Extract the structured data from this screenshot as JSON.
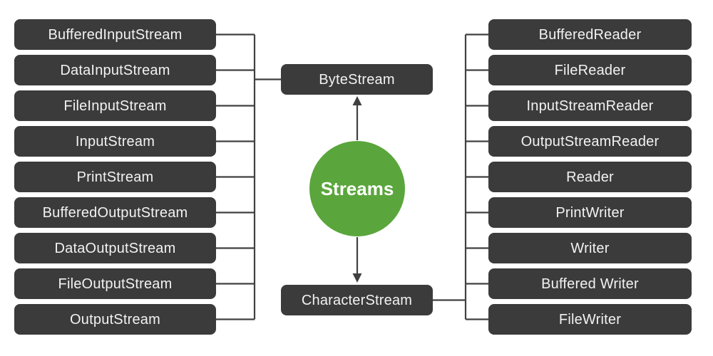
{
  "diagram": {
    "center_label": "Streams",
    "byte_stream_label": "ByteStream",
    "character_stream_label": "CharacterStream",
    "left_column": [
      "BufferedInputStream",
      "DataInputStream",
      "FileInputStream",
      "InputStream",
      "PrintStream",
      "BufferedOutputStream",
      "DataOutputStream",
      "FileOutputStream",
      "OutputStream"
    ],
    "right_column": [
      "BufferedReader",
      "FileReader",
      "InputStreamReader",
      "OutputStreamReader",
      "Reader",
      "PrintWriter",
      "Writer",
      "Buffered Writer",
      "FileWriter"
    ],
    "colors": {
      "box_fill": "#3b3b3b",
      "box_text": "#f2f2f2",
      "connector": "#404040",
      "center_circle": "#5aa63c",
      "background": "#ffffff"
    }
  }
}
